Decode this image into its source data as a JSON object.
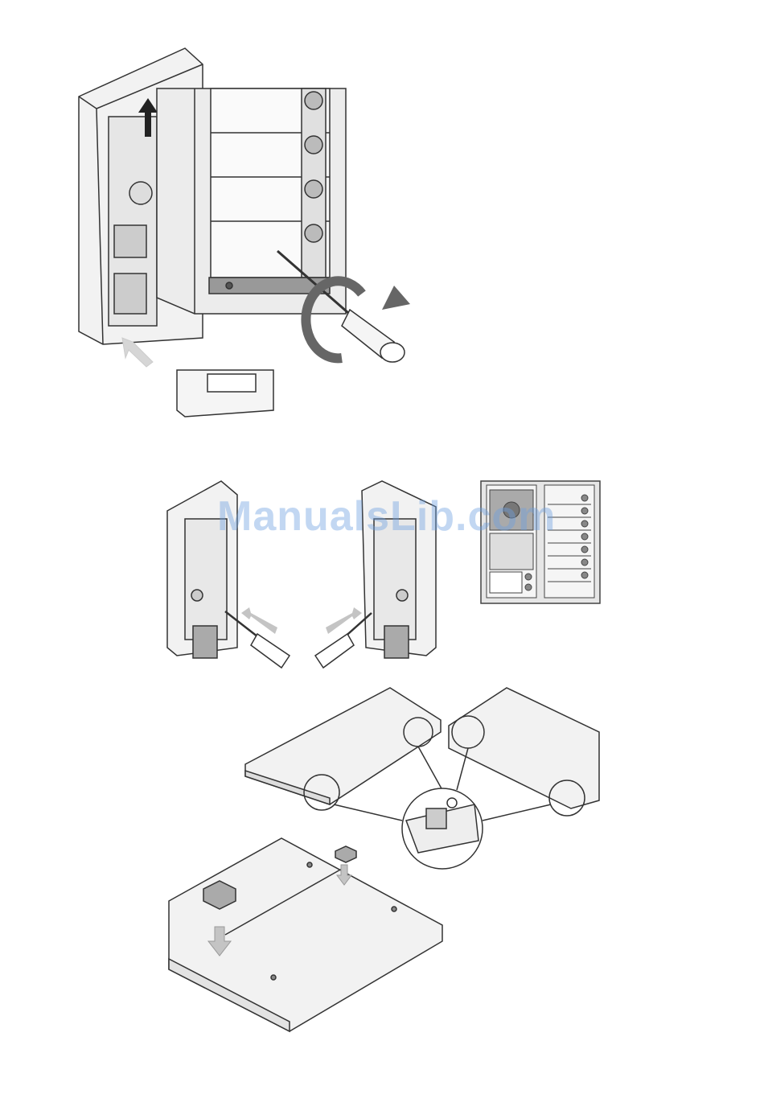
{
  "watermark": {
    "text": "ManualsLib.com",
    "color": "#6ea0e1"
  },
  "figures": [
    {
      "id": "unscrew-front-panel",
      "icons": [
        "open-arrow-icon",
        "screwdriver-icon",
        "rotate-arrow-icon",
        "slide-arrow-icon"
      ]
    },
    {
      "id": "remove-side-plugs",
      "icons": [
        "screwdriver-icon",
        "push-arrow-icon"
      ]
    },
    {
      "id": "panel-preview",
      "icons": [
        "audio-module-icon",
        "button-module-icon"
      ]
    },
    {
      "id": "join-frames-detail",
      "icons": [
        "magnifier-circle-icon"
      ]
    },
    {
      "id": "insert-clips",
      "icons": [
        "clip-icon",
        "down-arrow-icon"
      ]
    }
  ],
  "colors": {
    "line": "#333333",
    "panel": "#f2f2f2",
    "shade": "#d8d8d8",
    "dark": "#888888",
    "arrow": "#bfbfbf"
  }
}
